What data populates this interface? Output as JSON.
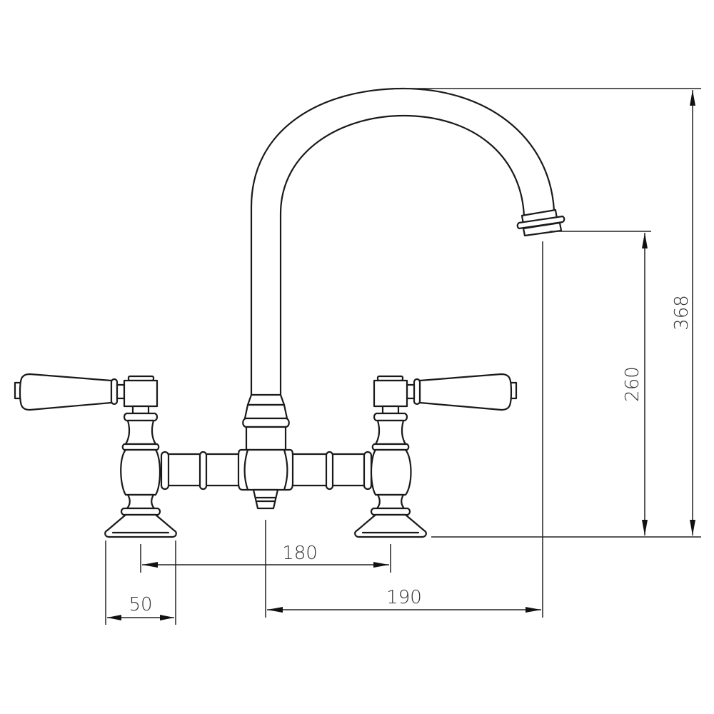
{
  "drawing": {
    "subject": "Bridge mixer kitchen tap with swan-neck spout and lever handles",
    "view": "front elevation",
    "units": "mm",
    "line_color": "#1a1a1a",
    "background": "#ffffff"
  },
  "dimensions": {
    "tap_spacing": {
      "label": "180",
      "value": 180,
      "orientation": "horizontal"
    },
    "spout_reach": {
      "label": "190",
      "value": 190,
      "orientation": "horizontal"
    },
    "base_diameter": {
      "label": "50",
      "value": 50,
      "orientation": "horizontal"
    },
    "spout_outlet_height": {
      "label": "260",
      "value": 260,
      "orientation": "vertical"
    },
    "overall_height": {
      "label": "368",
      "value": 368,
      "orientation": "vertical"
    }
  },
  "components": {
    "left_handle": "lever-handle-left",
    "right_handle": "lever-handle-right",
    "spout": "swan-neck-spout",
    "bridge": "bridge-body",
    "left_valve": "valve-column-left",
    "right_valve": "valve-column-right"
  }
}
